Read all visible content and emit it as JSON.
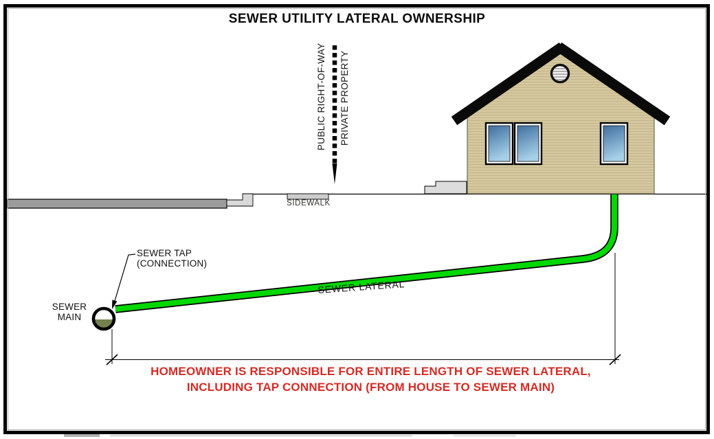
{
  "title": "SEWER UTILITY LATERAL OWNERSHIP",
  "boundary": {
    "public_side": "PUBLIC RIGHT-OF-WAY",
    "private_side": "PRIVATE PROPERTY"
  },
  "site": {
    "sidewalk_label": "SIDEWALK"
  },
  "sewer": {
    "tap_label_line1": "SEWER TAP",
    "tap_label_line2": "(CONNECTION)",
    "main_label_line1": "SEWER",
    "main_label_line2": "MAIN",
    "lateral_label": "SEWER LATERAL"
  },
  "note": {
    "line1": "HOMEOWNER IS RESPONSIBLE FOR ENTIRE LENGTH OF SEWER LATERAL,",
    "line2": "INCLUDING TAP CONNECTION (FROM HOUSE TO SEWER MAIN)"
  },
  "colors": {
    "lateral_green": "#00d800",
    "note_red": "#d42b25",
    "house_tan": "#d5c89e",
    "roof_black": "#0a0a0a",
    "street_gray": "#9c9c9c",
    "curb_gray": "#d9d9d9",
    "sidewalk_gray": "#cccccc",
    "sewage_olive": "#75804f",
    "window_blue_top": "#3f6f9f",
    "window_blue_bottom": "#a7d0e8"
  }
}
